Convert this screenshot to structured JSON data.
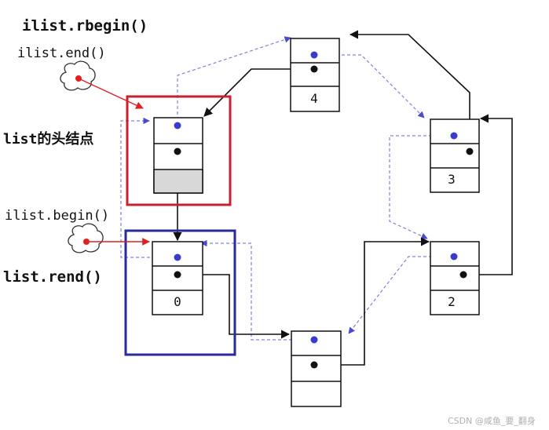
{
  "labels": {
    "rbegin": "ilist.rbegin()",
    "end": "ilist.end()",
    "head_node": "list的头结点",
    "begin": "ilist.begin()",
    "rend": "list.rend()"
  },
  "nodes": {
    "head": {
      "value": ""
    },
    "n0": {
      "value": "0"
    },
    "n1": {
      "value": ""
    },
    "n2": {
      "value": "2"
    },
    "n3": {
      "value": "3"
    },
    "n4": {
      "value": "4"
    }
  },
  "watermark": "CSDN @咸鱼_要_翻身",
  "colors": {
    "prev_link": "#6a6ae0",
    "next_link": "#111111",
    "head_box": "#c8202c",
    "begin_box": "#2a2a9a",
    "iterator": "#e02020",
    "data_fill_head": "#d8d8d8"
  }
}
